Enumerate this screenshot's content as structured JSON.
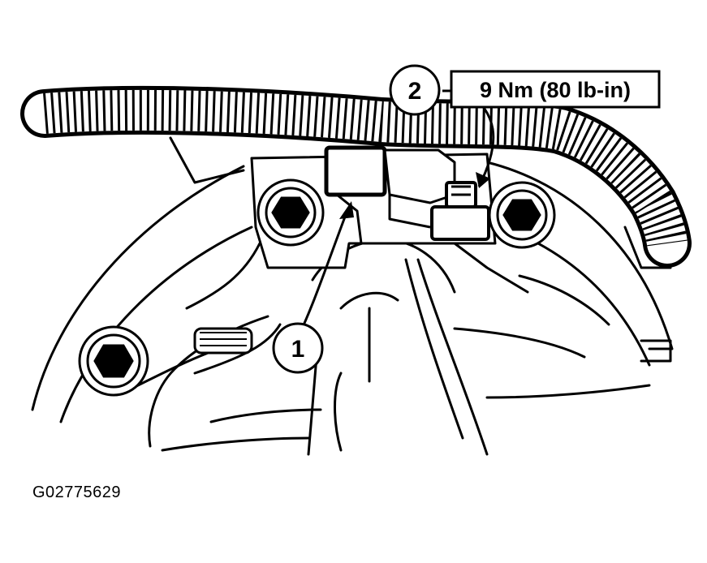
{
  "figure": {
    "figure_id": "G02775629",
    "callouts": [
      {
        "number": "1"
      },
      {
        "number": "2"
      }
    ],
    "torque_spec": "9 Nm (80 lb-in)"
  },
  "colors": {
    "line": "#000000",
    "background": "#ffffff"
  }
}
